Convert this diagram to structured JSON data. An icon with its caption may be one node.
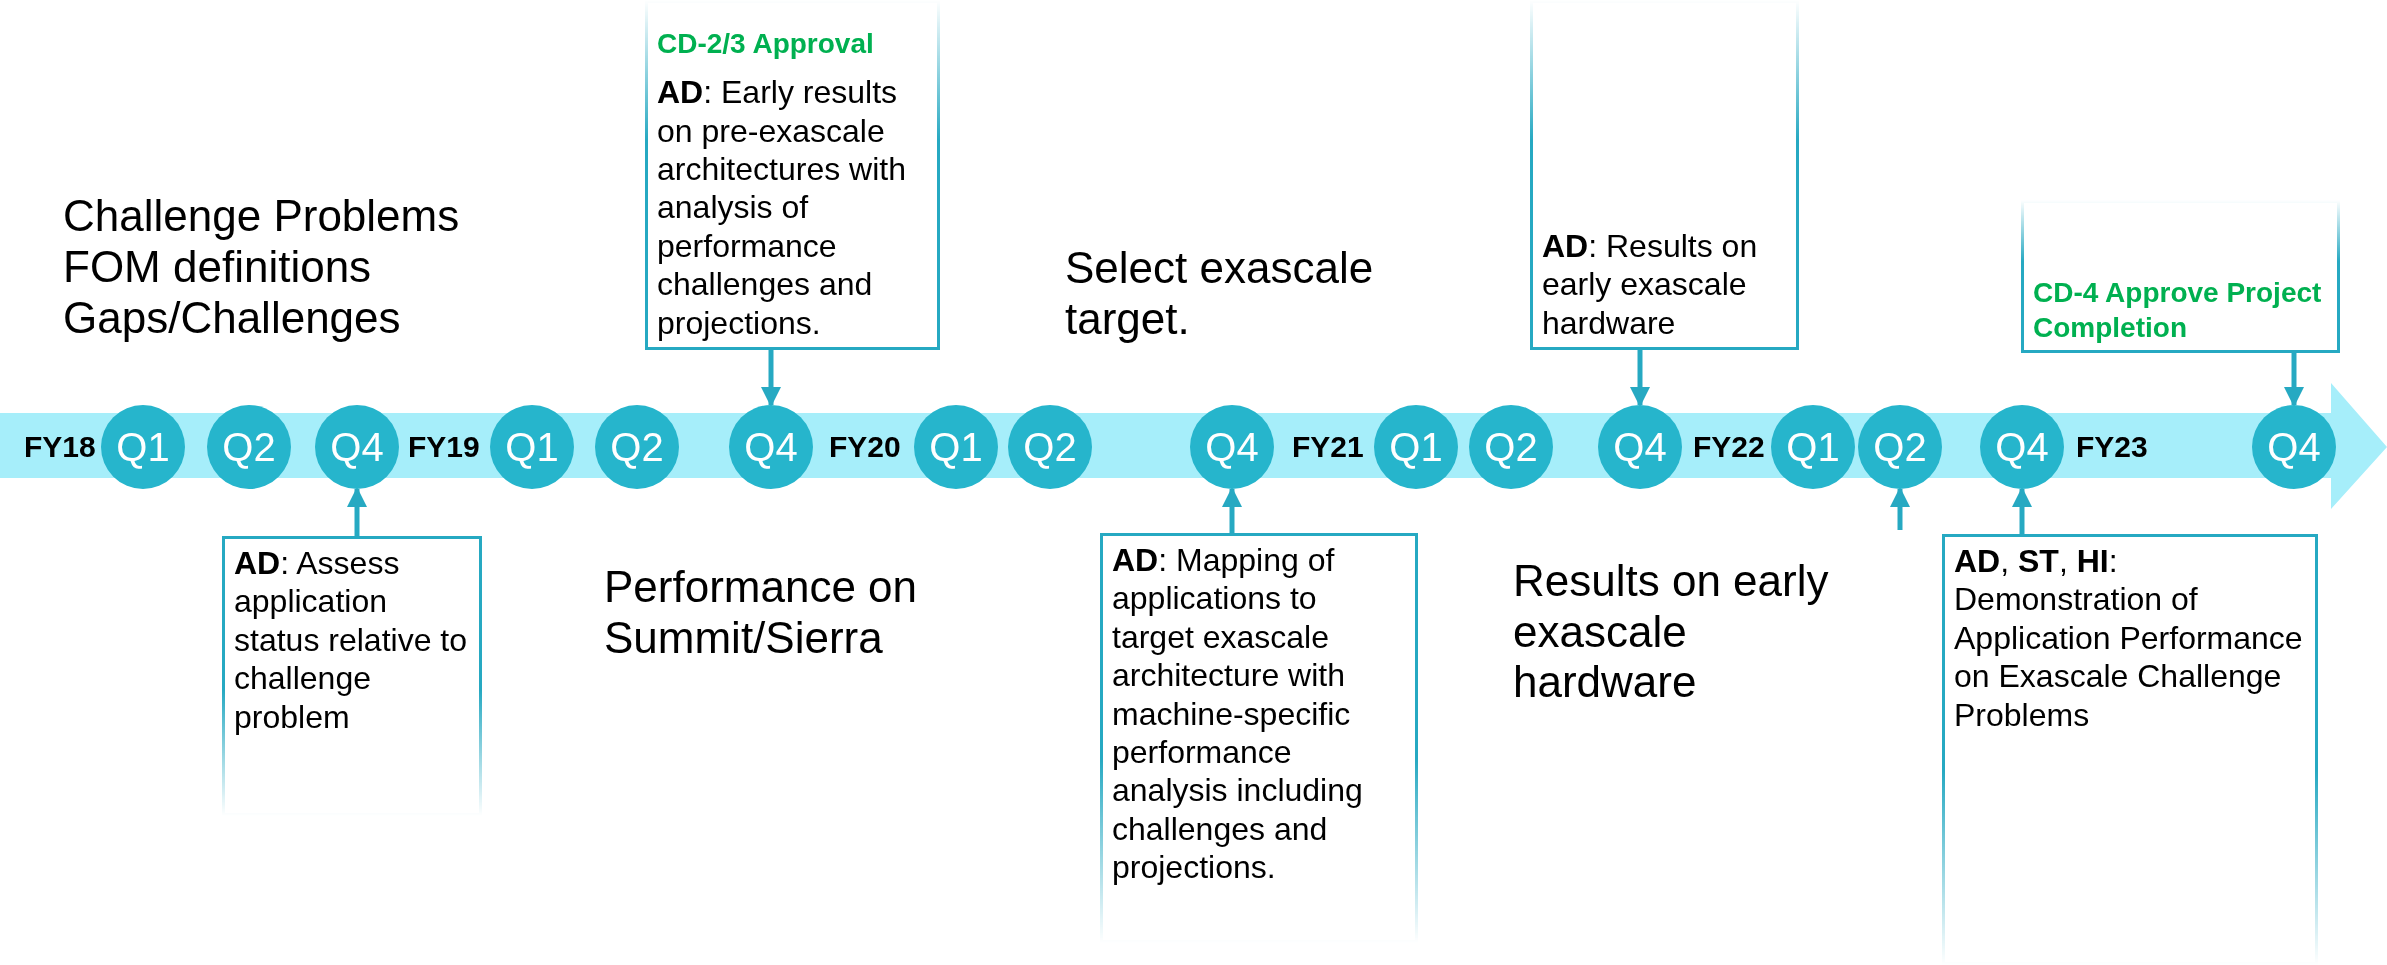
{
  "diagram": {
    "nodes": [
      {
        "text": [
          "CD-2/3 Approval",
          "**AD**: Early results on pre-exascale architectures with analysis of performance challenges and projections."
        ]
      },
      {
        "text": [
          "**AD**: Results on early exascale hardware"
        ]
      },
      {
        "text": [
          "CD-4 Approve Project Completion"
        ]
      },
      {
        "text": [
          "Q1"
        ]
      },
      {
        "text": [
          "Q2"
        ]
      },
      {
        "text": [
          "Q4"
        ]
      },
      {
        "text": [
          "Q1"
        ]
      },
      {
        "text": [
          "Q2"
        ]
      },
      {
        "text": [
          "Q4"
        ]
      },
      {
        "text": [
          "Q1"
        ]
      },
      {
        "text": [
          "Q2"
        ]
      },
      {
        "text": [
          "Q4"
        ]
      },
      {
        "text": [
          "Q1"
        ]
      },
      {
        "text": [
          "Q2"
        ]
      },
      {
        "text": [
          "Q4"
        ]
      },
      {
        "text": [
          "Q1"
        ]
      },
      {
        "text": [
          "Q2"
        ]
      },
      {
        "text": [
          "Q4"
        ]
      },
      {
        "text": [
          "Q4"
        ]
      },
      {
        "text": [
          "**AD**: Assess application status relative to challenge problem"
        ]
      },
      {
        "text": [
          "**AD**: Mapping of applications to target exascale architecture with machine-specific performance analysis including challenges and projections."
        ]
      },
      {
        "text": [
          "**AD**, **ST**, **HI**: Demonstration of Application Performance on Exascale Challenge Problems"
        ]
      }
    ],
    "edges": [
      {
        "from": 0,
        "to": 8,
        "arrow": "to"
      },
      {
        "from": 1,
        "to": 14,
        "arrow": "to"
      },
      {
        "from": 2,
        "to": 18,
        "arrow": "to"
      },
      {
        "from": 19,
        "to": 5,
        "arrow": "to"
      },
      {
        "from": 20,
        "to": 11,
        "arrow": "to"
      },
      {
        "from": null,
        "to": 16,
        "arrow": "to"
      },
      {
        "from": 21,
        "to": 17,
        "arrow": "to"
      }
    ],
    "labels": [
      "Challenge Problems",
      "FOM definitions",
      "Gaps/Challenges",
      "Select exascale target.",
      "FY18",
      "FY19",
      "FY20",
      "FY21",
      "FY22",
      "FY23",
      "Performance on Summit/Sierra",
      "Results on early exascale hardware"
    ]
  }
}
